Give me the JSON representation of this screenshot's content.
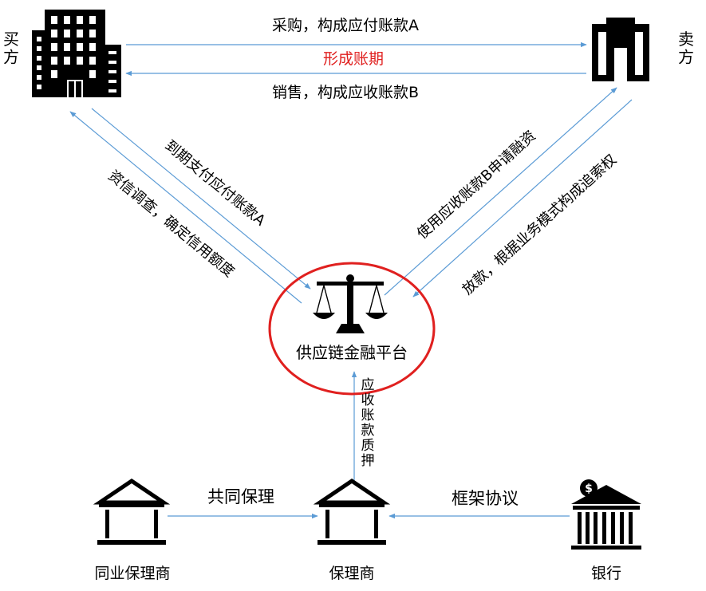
{
  "parties": {
    "buyer": "买方",
    "seller": "卖方",
    "platform": "供应链金融平台",
    "peer_factor": "同业保理商",
    "factor": "保理商",
    "bank": "银行"
  },
  "flows": {
    "purchase": "采购，构成应付账款A",
    "term": "形成账期",
    "sales": "销售，构成应收账款B",
    "pay_due": "到期支付应付账款A",
    "credit_check": "资信调查，确定信用额度",
    "apply_financing": "使用应收账款B申请融资",
    "loan": "放款，根据业务模式构成追索权",
    "pledge": "应收账款质押",
    "co_factoring": "共同保理",
    "framework": "框架协议"
  },
  "colors": {
    "arrow": "#5b9bd5",
    "highlight_text": "#e0201f",
    "highlight_circle": "#e0201f",
    "icon": "#000000"
  },
  "icons": {
    "buyer": "office-building-icon",
    "seller": "office-building-icon",
    "platform": "scales-icon",
    "peer_factor": "institution-icon",
    "factor": "institution-icon",
    "bank": "bank-dollar-icon"
  }
}
